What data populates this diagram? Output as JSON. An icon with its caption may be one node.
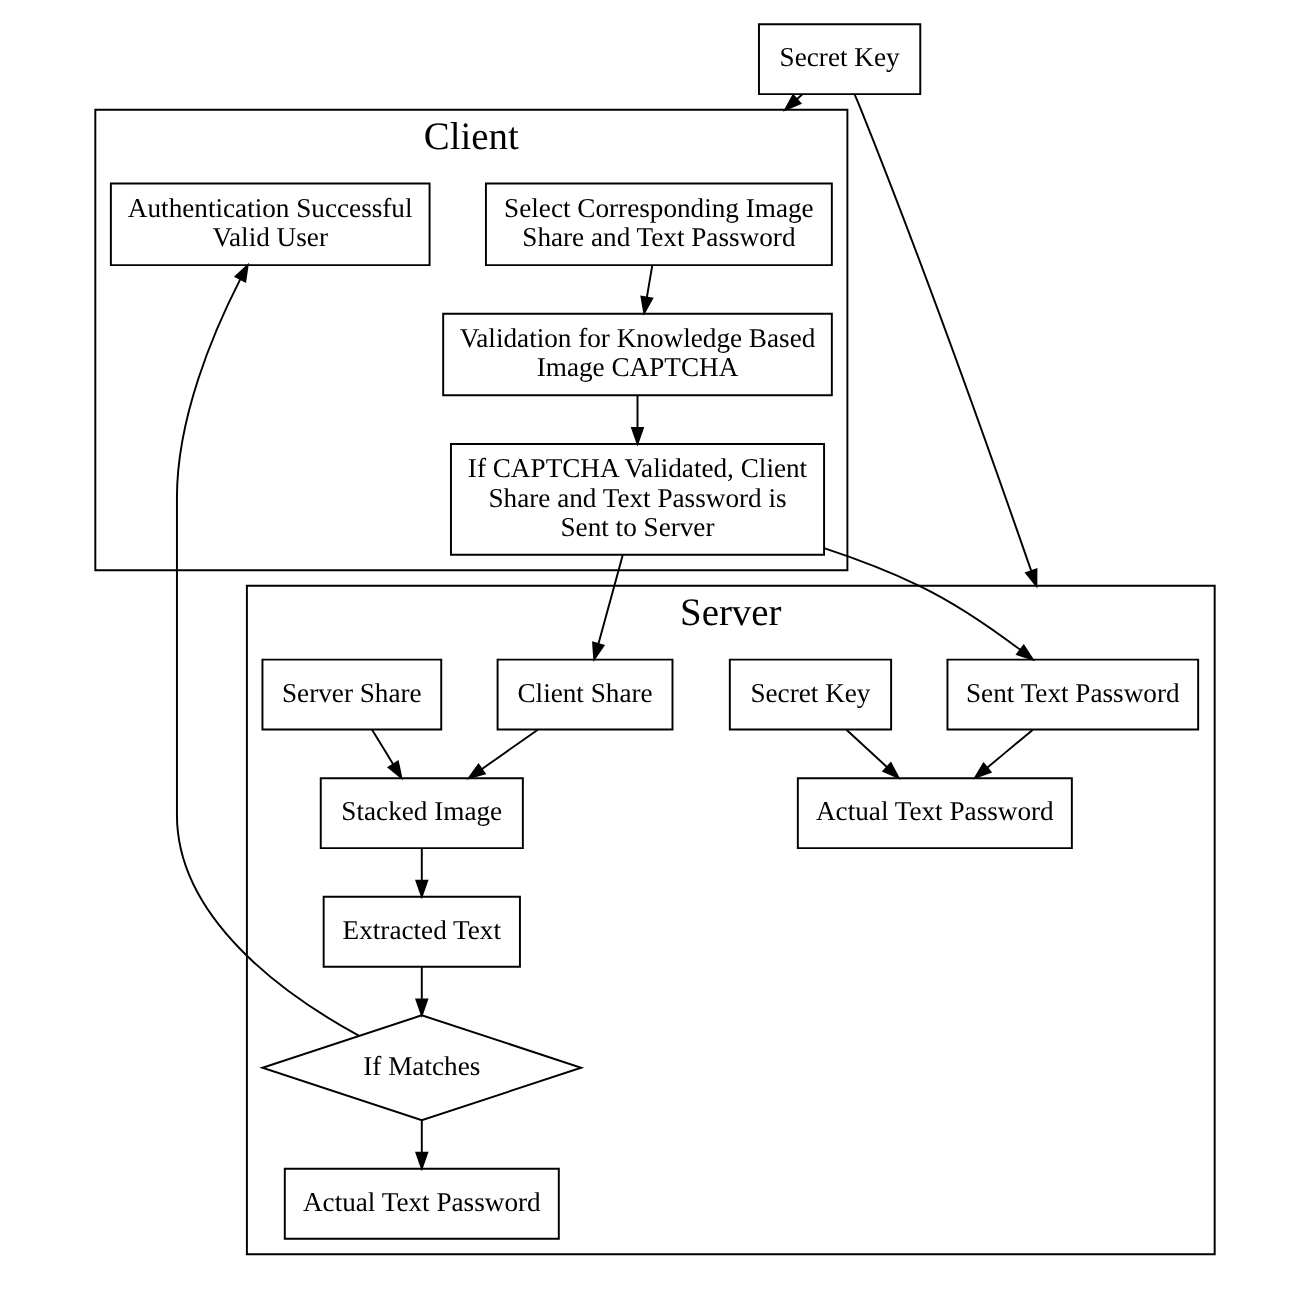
{
  "diagram": {
    "nodes": [
      {
        "text": [
          "Secret Key"
        ]
      },
      {
        "text": [
          "Client"
        ]
      },
      {
        "text": [
          "Select Corresponding Image Share and Text Password"
        ],
        "in": 1
      },
      {
        "text": [
          "Validation for Knowledge Based Image CAPTCHA"
        ],
        "in": 1
      },
      {
        "text": [
          "If CAPTCHA Validated, Client Share and Text Password is Sent to Server"
        ],
        "in": 1
      },
      {
        "text": [
          "Authentication Successful Valid User"
        ],
        "in": 1
      },
      {
        "text": [
          "Server"
        ]
      },
      {
        "text": [
          "Sent Text Password"
        ],
        "in": 6
      },
      {
        "text": [
          "Secret Key"
        ],
        "in": 6
      },
      {
        "text": [
          "Actual Text Password"
        ],
        "in": 6
      },
      {
        "text": [
          "Client Share"
        ],
        "in": 6
      },
      {
        "text": [
          "Server Share"
        ],
        "in": 6
      },
      {
        "text": [
          "Stacked Image"
        ],
        "in": 6
      },
      {
        "text": [
          "Extracted Text"
        ],
        "in": 6
      },
      {
        "text": [
          "If Matches"
        ],
        "in": 6
      },
      {
        "text": [
          "Actual Text Password"
        ],
        "in": 6
      }
    ],
    "edges": [
      {
        "from": 0,
        "to": 1,
        "arrow": "to"
      },
      {
        "from": 0,
        "to": 6,
        "arrow": "to"
      },
      {
        "from": 2,
        "to": 3,
        "arrow": "to"
      },
      {
        "from": 3,
        "to": 4,
        "arrow": "to"
      },
      {
        "from": 4,
        "to": 7,
        "arrow": "to"
      },
      {
        "from": 4,
        "to": 10,
        "arrow": "to"
      },
      {
        "from": 7,
        "to": 9,
        "arrow": "to"
      },
      {
        "from": 8,
        "to": 9,
        "arrow": "to"
      },
      {
        "from": 10,
        "to": 12,
        "arrow": "to"
      },
      {
        "from": 11,
        "to": 12,
        "arrow": "to"
      },
      {
        "from": 12,
        "to": 13,
        "arrow": "to"
      },
      {
        "from": 13,
        "to": 14,
        "arrow": "to"
      },
      {
        "from": 14,
        "to": 5,
        "arrow": "to"
      },
      {
        "from": 14,
        "to": 15,
        "arrow": "to"
      }
    ]
  }
}
